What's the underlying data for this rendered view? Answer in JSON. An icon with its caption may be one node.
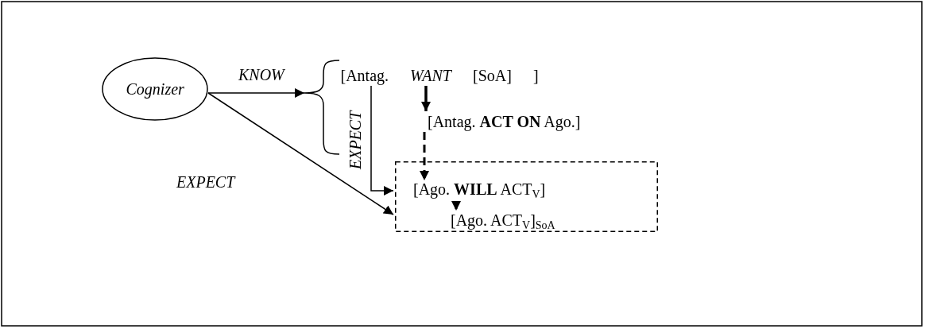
{
  "diagram": {
    "nodes": [
      {
        "text": [
          "Cognizer"
        ]
      },
      {
        "text": [],
        "shape": "brace"
      },
      {
        "text": [
          "[Antag. *WANT* [SoA] ]"
        ]
      },
      {
        "text": [
          "[Antag. **ACT ON** Ago.]"
        ]
      },
      {
        "text": [],
        "shape": "box"
      },
      {
        "text": [
          "[Ago. **WILL** ACT$_{V}$]"
        ],
        "in": 4
      },
      {
        "text": [
          "[Ago. ACT$_{V}$]$_{SoA}$"
        ],
        "in": 4
      }
    ],
    "edges": [
      {
        "from": 0,
        "to": 1,
        "arrow": "to",
        "label": "KNOW"
      },
      {
        "from": 2,
        "to": 3,
        "arrow": "to",
        "style": "thick"
      },
      {
        "from": 3,
        "to": 5,
        "arrow": "to",
        "style": "dashed"
      },
      {
        "from": 5,
        "to": 6,
        "arrow": "to",
        "style": "dashed"
      },
      {
        "from": 2,
        "to": 4,
        "arrow": "to",
        "label": "EXPECT"
      },
      {
        "from": 0,
        "to": 4,
        "arrow": "to",
        "label": "EXPECT"
      }
    ]
  }
}
